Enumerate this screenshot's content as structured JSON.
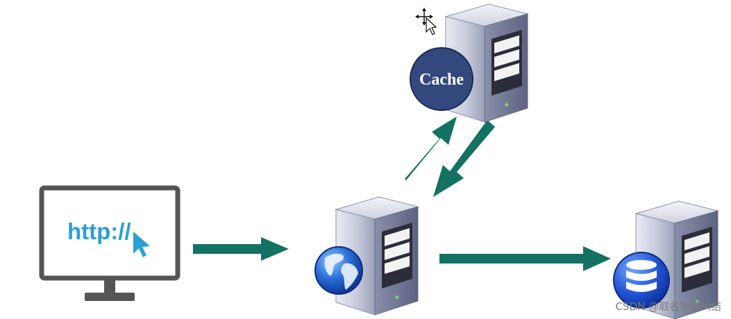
{
  "browser": {
    "url_text": "http://",
    "icon": "cursor-arrow-icon"
  },
  "cache_server": {
    "badge_label": "Cache",
    "icon": "move-cursor-icon"
  },
  "web_server": {
    "badge_icon": "globe-icon"
  },
  "db_server": {
    "badge_icon": "database-icon"
  },
  "watermark": "CSDN @取名字超纠结",
  "colors": {
    "arrow": "#137261",
    "cache_badge": "#33497e",
    "monitor_frame": "#555555",
    "url_text": "#2a9fd6",
    "server_body": "#c8ccde"
  }
}
